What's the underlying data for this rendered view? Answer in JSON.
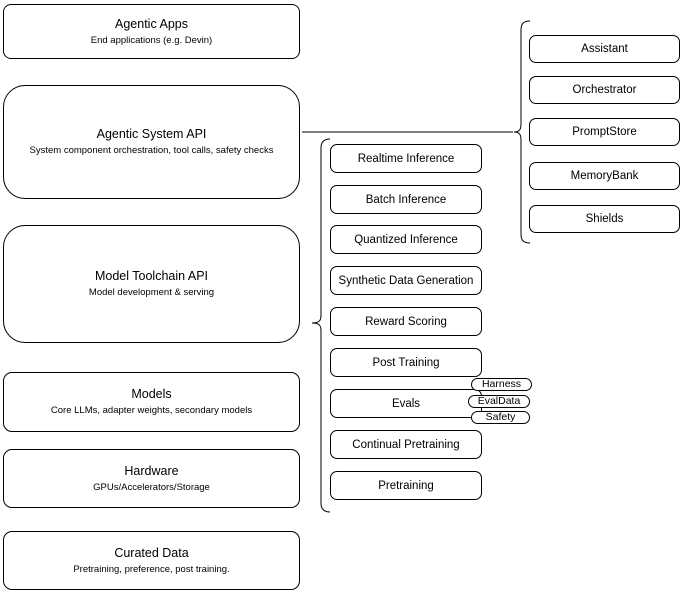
{
  "colors": {
    "stroke": "#000000",
    "fill": "#ffffff",
    "background": "#ffffff"
  },
  "layers": [
    {
      "title": "Agentic Apps",
      "subtitle": "End applications (e.g. Devin)"
    },
    {
      "title": "Agentic System API",
      "subtitle": "System component orchestration, tool calls, safety checks"
    },
    {
      "title": "Model Toolchain API",
      "subtitle": "Model development & serving"
    },
    {
      "title": "Models",
      "subtitle": "Core LLMs, adapter weights, secondary models"
    },
    {
      "title": "Hardware",
      "subtitle": "GPUs/Accelerators/Storage"
    },
    {
      "title": "Curated Data",
      "subtitle": "Pretraining, preference, post training."
    }
  ],
  "toolchain": {
    "components": [
      "Realtime Inference",
      "Batch Inference",
      "Quantized Inference",
      "Synthetic Data Generation",
      "Reward Scoring",
      "Post Training",
      "Evals",
      "Continual Pretraining",
      "Pretraining"
    ],
    "evals_tags": [
      "Harness",
      "EvalData",
      "Safety"
    ]
  },
  "system": {
    "components": [
      "Assistant",
      "Orchestrator",
      "PromptStore",
      "MemoryBank",
      "Shields"
    ]
  }
}
